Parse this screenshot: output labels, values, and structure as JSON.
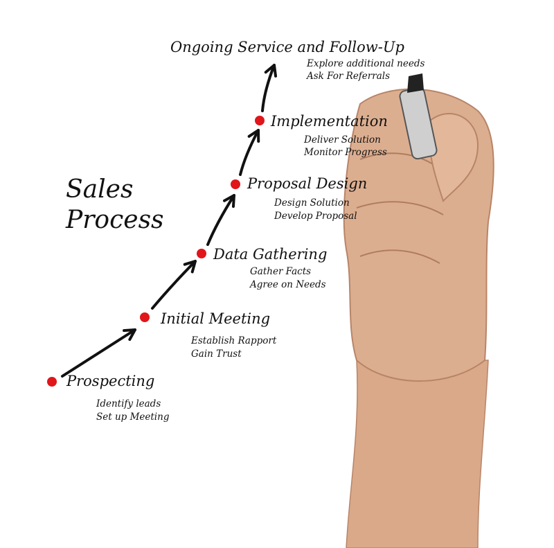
{
  "title": {
    "line1": "Sales",
    "line2": "Process"
  },
  "colors": {
    "dot": "#e0161b",
    "ink": "#111111",
    "skin": "#d9a98a",
    "skin_dark": "#b88467",
    "marker_body": "#cfcfcf",
    "marker_tip": "#222222"
  },
  "steps": [
    {
      "title": "Prospecting",
      "subs": [
        "Identify leads",
        "Set up Meeting"
      ]
    },
    {
      "title": "Initial Meeting",
      "subs": [
        "Establish Rapport",
        "Gain Trust"
      ]
    },
    {
      "title": "Data Gathering",
      "subs": [
        "Gather Facts",
        "Agree on Needs"
      ]
    },
    {
      "title": "Proposal Design",
      "subs": [
        "Design Solution",
        "Develop Proposal"
      ]
    },
    {
      "title": "Implementation",
      "subs": [
        "Deliver Solution",
        "Monitor Progress"
      ]
    },
    {
      "title": "Ongoing Service and Follow-Up",
      "subs": [
        "Explore additional needs",
        "Ask For Referrals"
      ]
    }
  ]
}
